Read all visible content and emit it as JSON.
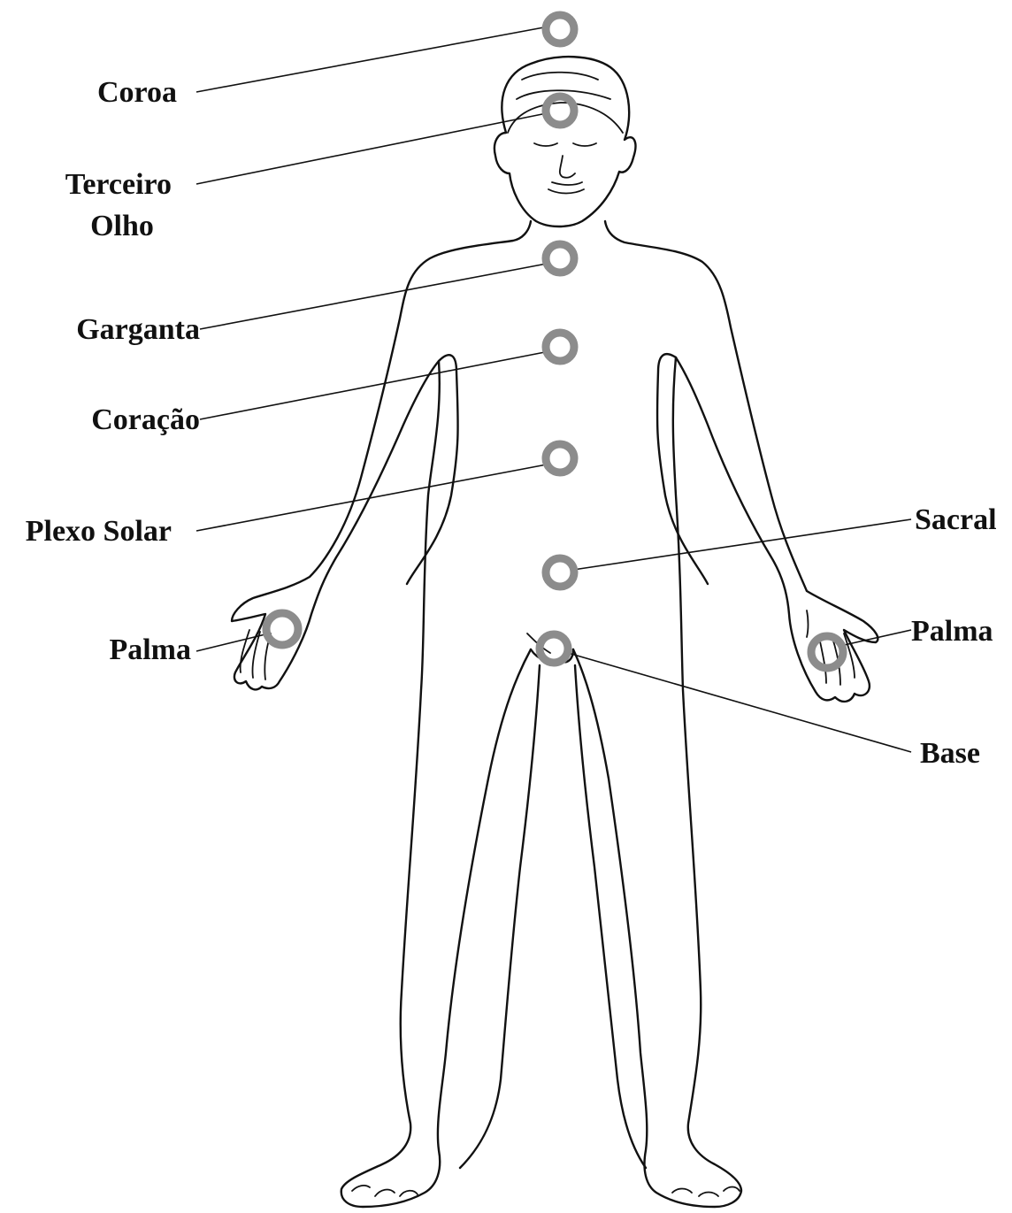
{
  "ring_color": "#8c8c8c",
  "labels": {
    "coroa": "Coroa",
    "terceiro_olho_line1": "Terceiro",
    "terceiro_olho_line2": "Olho",
    "garganta": "Garganta",
    "coracao": "Coração",
    "plexo_solar": "Plexo Solar",
    "palma_left": "Palma",
    "sacral": "Sacral",
    "palma_right": "Palma",
    "base": "Base"
  }
}
